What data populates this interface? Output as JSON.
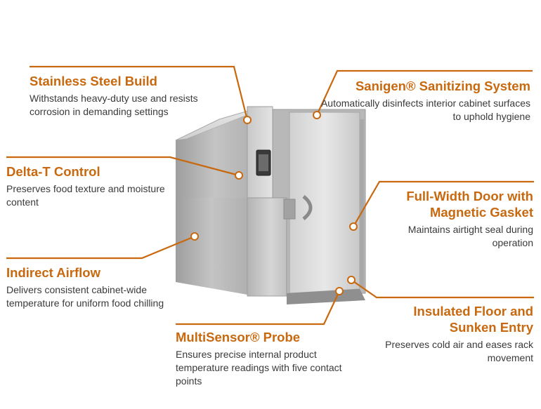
{
  "colors": {
    "accent": "#c8690f",
    "text": "#3a3a3a",
    "steel": "#c9c9c9"
  },
  "illustration": "stainless-steel-blast-chiller-cabinet",
  "callouts": {
    "steel": {
      "title": "Stainless Steel Build",
      "desc": "Withstands heavy-duty use and resists corrosion in demanding settings"
    },
    "delta": {
      "title": "Delta-T Control",
      "desc": "Preserves food texture and moisture content"
    },
    "airflow": {
      "title": "Indirect Airflow",
      "desc": "Delivers consistent cabinet-wide temperature for uniform food chilling"
    },
    "probe": {
      "title": "MultiSensor® Probe",
      "desc": "Ensures precise internal product temperature readings with five contact points"
    },
    "sanigen": {
      "title": "Sanigen® Sanitizing System",
      "desc": "Automatically disinfects interior cabinet surfaces to uphold hygiene"
    },
    "door": {
      "title": "Full-Width Door with Magnetic Gasket",
      "desc": "Maintains airtight seal during operation"
    },
    "floor": {
      "title": "Insulated Floor and Sunken Entry",
      "desc": "Preserves cold air and eases rack movement"
    }
  }
}
